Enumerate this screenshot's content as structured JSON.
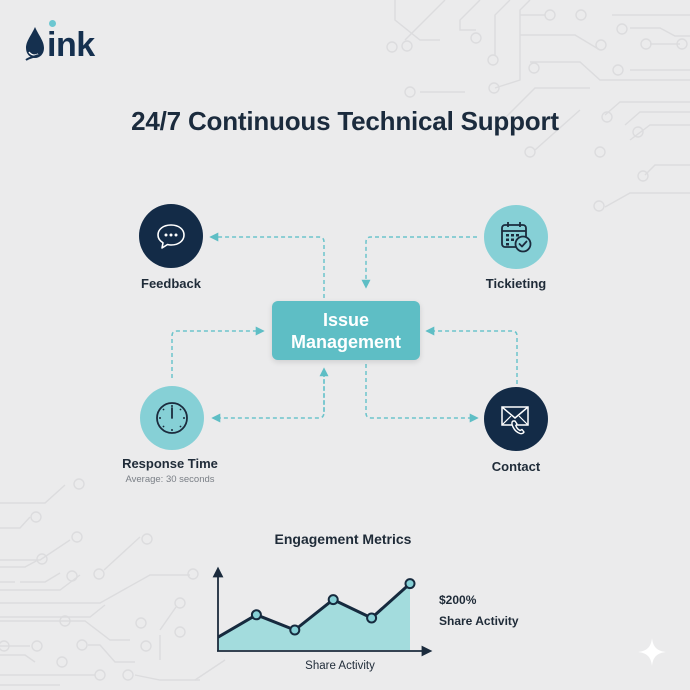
{
  "brand": {
    "logo_text": "ink",
    "logo_icon": "ink-drop-icon",
    "accent_color": "#5ebec5",
    "dark_color": "#132b47",
    "light_teal": "#86d0d6"
  },
  "title": "24/7 Continuous Technical Support",
  "hub": {
    "line1": "Issue",
    "line2": "Management"
  },
  "nodes": [
    {
      "id": "feedback",
      "label": "Feedback",
      "icon": "chat-bubble-icon",
      "style": "dark"
    },
    {
      "id": "ticketing",
      "label": "Tickieting",
      "icon": "calendar-check-icon",
      "style": "teal"
    },
    {
      "id": "response-time",
      "label": "Response Time",
      "sublabel": "Average: 30 seconds",
      "icon": "clock-icon",
      "style": "teal"
    },
    {
      "id": "contact",
      "label": "Contact",
      "icon": "envelope-phone-icon",
      "style": "dark"
    }
  ],
  "chart_data": {
    "type": "area",
    "title": "Engagement Metrics",
    "xlabel": "Share Activity",
    "ylabel": "",
    "x": [
      0,
      1,
      2,
      3,
      4,
      5
    ],
    "series": [
      {
        "name": "Share Activity",
        "values": [
          16,
          44,
          25,
          63,
          40,
          83
        ]
      }
    ],
    "ylim": [
      0,
      100
    ],
    "grid": false,
    "annotation": {
      "value": "$200%",
      "label": "Share Activity"
    },
    "markers_on": [
      1,
      2,
      3,
      4,
      5
    ]
  }
}
